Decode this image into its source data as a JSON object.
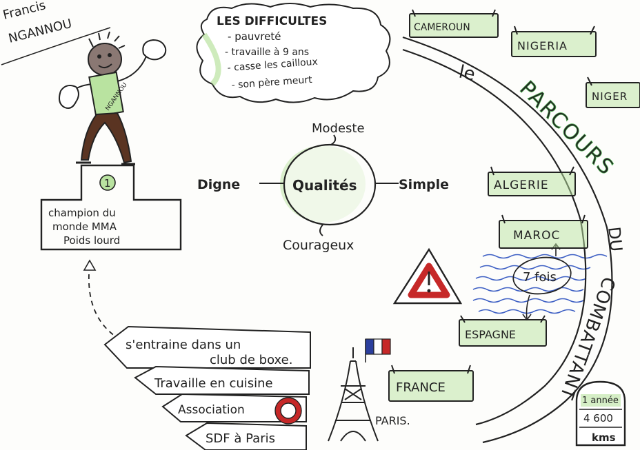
{
  "title": {
    "line1": "Francis",
    "line2": "NGANNOU"
  },
  "difficulties": {
    "heading": "LES DIFFICULTES",
    "items": [
      "pauvreté",
      "travaille à 9 ans",
      "casse les cailloux",
      "son père meurt"
    ]
  },
  "character": {
    "shirt_text": "NGANNOU"
  },
  "podium": {
    "rank": "1",
    "caption": [
      "champion du",
      "monde MMA",
      "Poids lourd"
    ]
  },
  "qualities": {
    "center": "Qualités",
    "items": {
      "top": "Modeste",
      "left": "Digne",
      "right": "Simple",
      "bottom": "Courageux"
    }
  },
  "journey": {
    "title_le": "le",
    "title_main": "PARCOURS",
    "title_du": "DU",
    "title_end": "COMBATTANT",
    "countries": [
      "CAMEROUN",
      "NIGERIA",
      "NIGER",
      "ALGERIE",
      "MAROC",
      "ESPAGNE",
      "FRANCE"
    ],
    "attempts": "7 fois",
    "city": "PARIS.",
    "duration": "1 année",
    "distance": "4 600",
    "unit": "kms"
  },
  "steps": [
    "s'entraine dans un",
    "club de boxe.",
    "Travaille en cuisine",
    "Association",
    "SDF à Paris"
  ],
  "colors": {
    "green": "#b9e3a0",
    "red": "#c62828",
    "blue": "#2c3f9e",
    "skin": "#8a7873",
    "legs": "#5a3422",
    "water": "#3d5fc4"
  }
}
